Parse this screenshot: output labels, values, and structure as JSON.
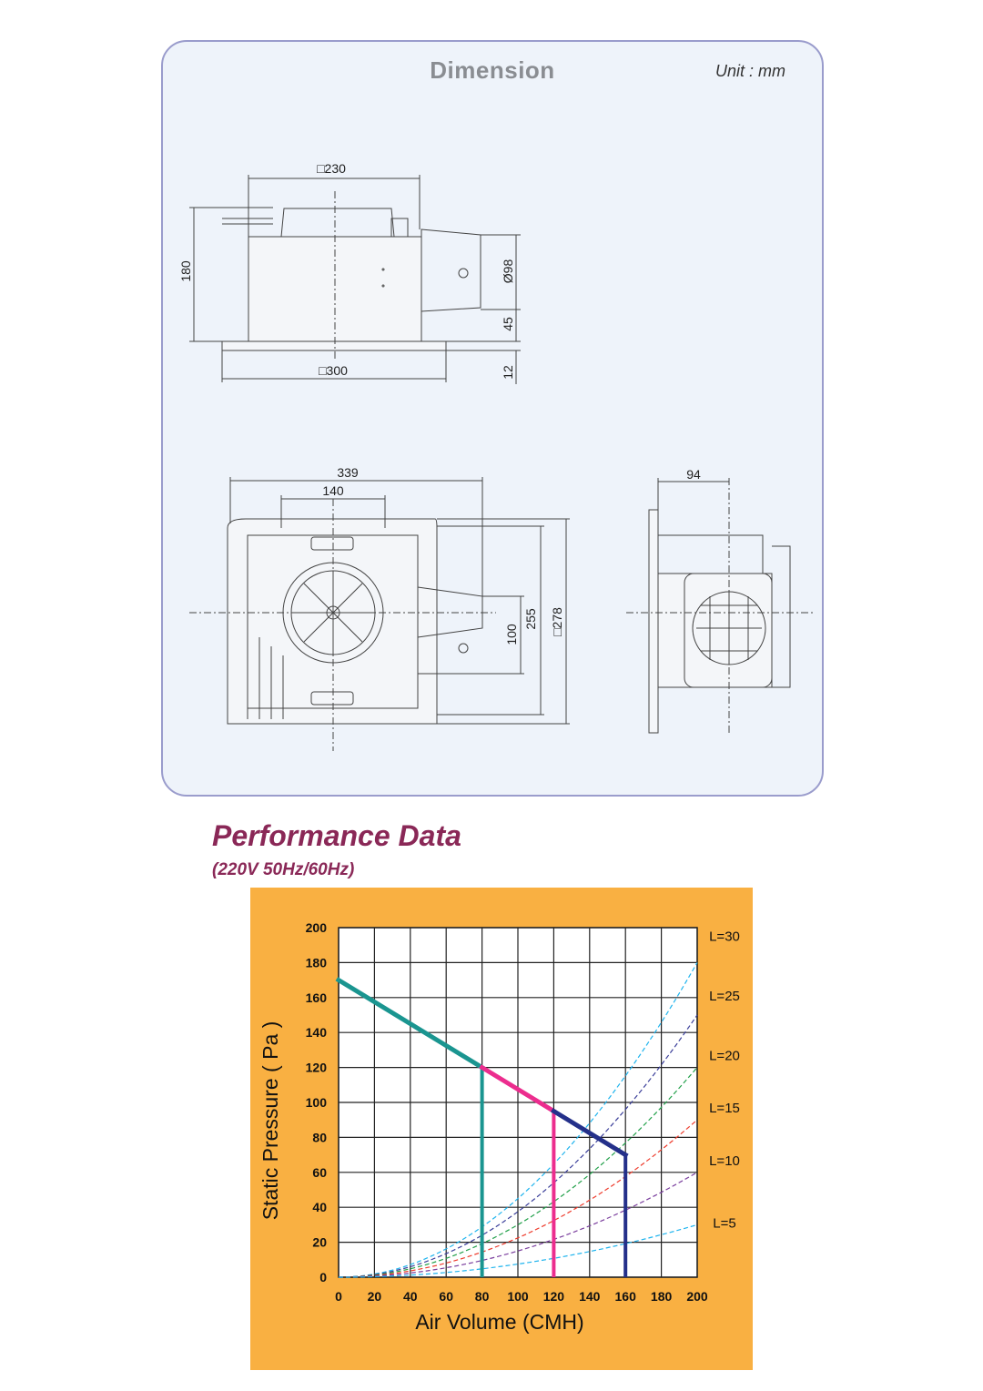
{
  "dimension": {
    "title": "Dimension",
    "unit": "Unit : mm",
    "labels": {
      "top_width": "□230",
      "base_width": "□300",
      "height": "180",
      "duct_diameter": "Ø98",
      "duct_offset": "45",
      "panel_thickness": "12",
      "length": "339",
      "mount_spacing": "140",
      "depth_255": "255",
      "duct_100": "100",
      "panel_278": "□278",
      "side_94": "94"
    }
  },
  "performance": {
    "title": "Performance Data",
    "subtitle": "(220V 50Hz/60Hz)"
  },
  "chart_data": {
    "type": "line",
    "title": "",
    "xlabel": "Air Volume  (CMH)",
    "ylabel": "Static Pressure    ( Pa )",
    "xlim": [
      0,
      200
    ],
    "ylim": [
      0,
      200
    ],
    "xticks": [
      0,
      20,
      40,
      60,
      80,
      100,
      120,
      140,
      160,
      180,
      200
    ],
    "yticks": [
      0,
      20,
      40,
      60,
      80,
      100,
      120,
      140,
      160,
      180,
      200
    ],
    "grid": true,
    "fan_curve": [
      {
        "name": "segment-1",
        "color": "#1a9590",
        "points": [
          [
            0,
            170
          ],
          [
            80,
            120
          ]
        ],
        "drop_x": 80
      },
      {
        "name": "segment-2",
        "color": "#ec2d8e",
        "points": [
          [
            80,
            120
          ],
          [
            120,
            95
          ]
        ],
        "drop_x": 120
      },
      {
        "name": "segment-3",
        "color": "#24308a",
        "points": [
          [
            120,
            95
          ],
          [
            160,
            70
          ]
        ],
        "drop_x": 160
      }
    ],
    "duct_curves": [
      {
        "name": "L=30",
        "color": "#1fb4ee",
        "value_at_200": 180
      },
      {
        "name": "L=25",
        "color": "#3b3f9a",
        "value_at_200": 150
      },
      {
        "name": "L=20",
        "color": "#22a04a",
        "value_at_200": 120
      },
      {
        "name": "L=15",
        "color": "#ee3b2c",
        "value_at_200": 90
      },
      {
        "name": "L=10",
        "color": "#7b3f9e",
        "value_at_200": 60
      },
      {
        "name": "L=5",
        "color": "#1fb4ee",
        "value_at_200": 30
      }
    ]
  }
}
